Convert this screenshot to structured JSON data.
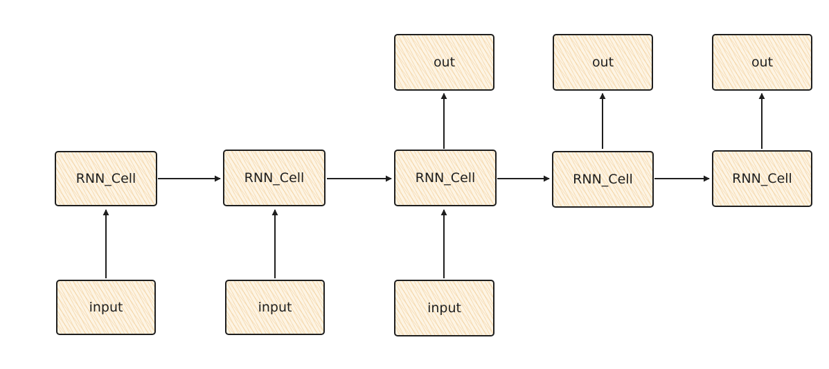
{
  "diagram": {
    "cells": [
      {
        "label": "RNN_Cell"
      },
      {
        "label": "RNN_Cell"
      },
      {
        "label": "RNN_Cell"
      },
      {
        "label": "RNN_Cell"
      },
      {
        "label": "RNN_Cell"
      }
    ],
    "inputs": [
      {
        "label": "input"
      },
      {
        "label": "input"
      },
      {
        "label": "input"
      }
    ],
    "outputs": [
      {
        "label": "out"
      },
      {
        "label": "out"
      },
      {
        "label": "out"
      }
    ]
  },
  "colors": {
    "stroke": "#1e1e1e",
    "fill": "#fdf4e4",
    "hatch": "#f0c88c"
  }
}
